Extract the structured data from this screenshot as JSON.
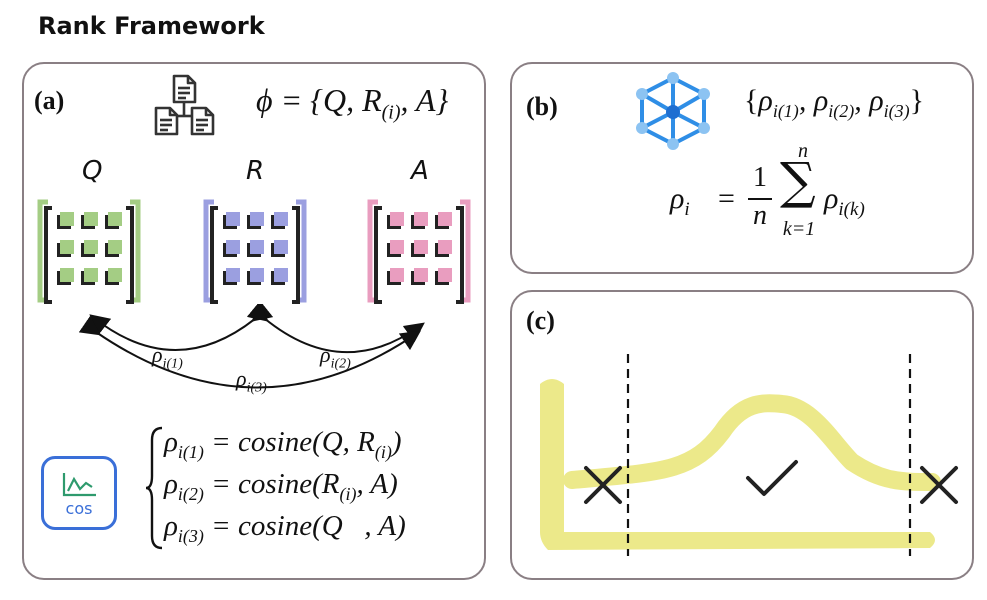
{
  "title": "Rank Framework",
  "panels": {
    "a": {
      "label": "(a)",
      "phi": {
        "lhs": "ϕ = {Q, R",
        "sub": "(i)",
        "rhs": ", A}"
      },
      "matrices": [
        {
          "label": "Q",
          "color": "#a4cd84"
        },
        {
          "label": "R",
          "color": "#9b9fe0"
        },
        {
          "label": "A",
          "color": "#e99dbf"
        }
      ],
      "arrows": [
        {
          "label": "ρ",
          "sub": "i(1)"
        },
        {
          "label": "ρ",
          "sub": "i(2)"
        },
        {
          "label": "ρ",
          "sub": "i(3)"
        }
      ],
      "cos_icon_label": "cos",
      "equations": [
        {
          "lhs": "ρ",
          "sub": "i(1)",
          "rhs": " = cosine(Q, R",
          "rsub": "(i)",
          "end": ")"
        },
        {
          "lhs": "ρ",
          "sub": "i(2)",
          "rhs": " = cosine(R",
          "rsub": "(i)",
          "end": ", A)"
        },
        {
          "lhs": "ρ",
          "sub": "i(3)",
          "rhs": " = cosine(Q   , A)",
          "rsub": "",
          "end": ""
        }
      ]
    },
    "b": {
      "label": "(b)",
      "set": {
        "open": "{",
        "items": [
          "i(1)",
          "i(2)",
          "i(3)"
        ],
        "close": "}",
        "sym": "ρ"
      },
      "formula": {
        "lhs": "ρ",
        "lsub": "i",
        "eq": "=",
        "num": "1",
        "den": "n",
        "top": "n",
        "bottom": "k=1",
        "sum": "∑",
        "term": "ρ",
        "tsub": "i(k)"
      }
    },
    "c": {
      "label": "(c)"
    }
  },
  "colors": {
    "border": "#8a7f84",
    "icon_blue": "#2f8ee6",
    "curve": "#ece98a",
    "cos_box": "#3a6fd8"
  }
}
